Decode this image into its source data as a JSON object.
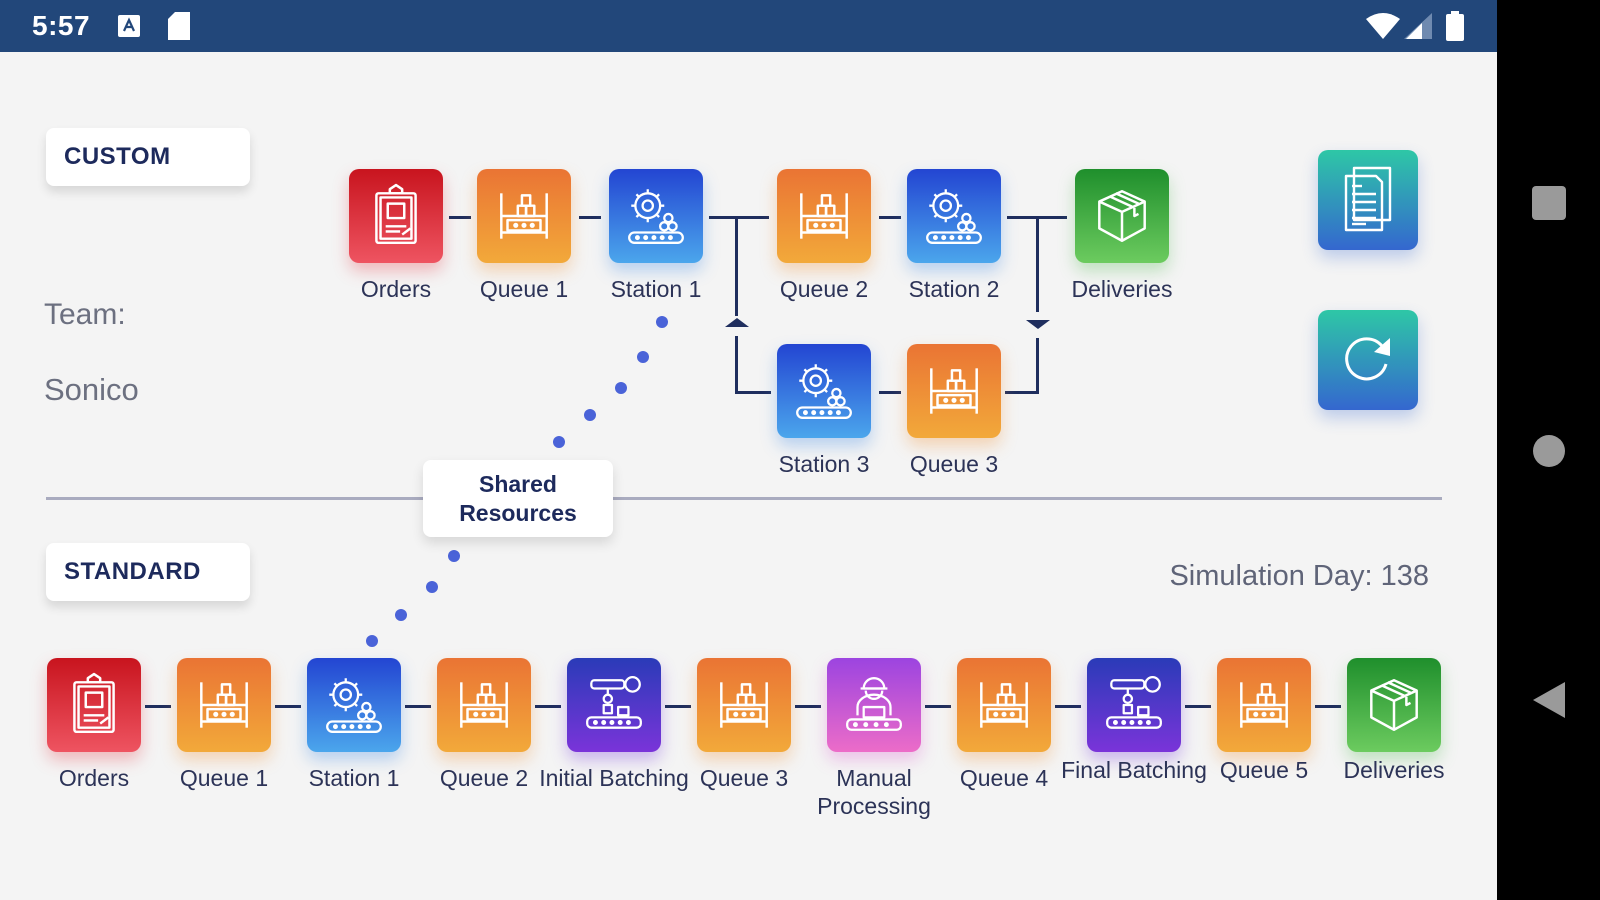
{
  "status_bar": {
    "time": "5:57",
    "left_icons": [
      "notification-a-icon",
      "sd-card-icon"
    ],
    "right_icons": [
      "wifi-icon",
      "cell-signal-icon",
      "battery-icon"
    ]
  },
  "custom_section": {
    "label": "CUSTOM",
    "nodes": [
      {
        "id": "orders",
        "label": "Orders",
        "icon": "clipboard-icon",
        "color": "#d9252f"
      },
      {
        "id": "queue1",
        "label": "Queue 1",
        "icon": "shelf-icon",
        "color": "#ee8c37"
      },
      {
        "id": "station1",
        "label": "Station 1",
        "icon": "gear-conveyor-icon",
        "color": "#2f63dc"
      },
      {
        "id": "queue2",
        "label": "Queue 2",
        "icon": "shelf-icon",
        "color": "#ee8c37"
      },
      {
        "id": "station2",
        "label": "Station 2",
        "icon": "gear-conveyor-icon",
        "color": "#2f63dc"
      },
      {
        "id": "deliveries",
        "label": "Deliveries",
        "icon": "box-icon",
        "color": "#3fae43"
      },
      {
        "id": "station3",
        "label": "Station 3",
        "icon": "gear-conveyor-icon",
        "color": "#2f63dc"
      },
      {
        "id": "queue3",
        "label": "Queue 3",
        "icon": "shelf-icon",
        "color": "#ee8c37"
      }
    ]
  },
  "team": {
    "label": "Team:",
    "name": "Sonico"
  },
  "shared_resources": {
    "label_line1": "Shared",
    "label_line2": "Resources"
  },
  "standard_section": {
    "label": "STANDARD",
    "simulation_day_label": "Simulation Day:",
    "simulation_day": "138",
    "simulation_day_text": "Simulation Day: 138",
    "nodes": [
      {
        "id": "orders",
        "label": "Orders",
        "icon": "clipboard-icon"
      },
      {
        "id": "queue1",
        "label": "Queue 1",
        "icon": "shelf-icon"
      },
      {
        "id": "station1",
        "label": "Station 1",
        "icon": "gear-conveyor-icon"
      },
      {
        "id": "queue2",
        "label": "Queue 2",
        "icon": "shelf-icon"
      },
      {
        "id": "initial_batching",
        "label": "Initial Batching",
        "icon": "robot-arm-icon"
      },
      {
        "id": "queue3",
        "label": "Queue 3",
        "icon": "shelf-icon"
      },
      {
        "id": "manual_processing",
        "label": "Manual Processing",
        "icon": "worker-icon"
      },
      {
        "id": "queue4",
        "label": "Queue 4",
        "icon": "shelf-icon"
      },
      {
        "id": "final_batching",
        "label": "Final Batching",
        "icon": "robot-arm-icon"
      },
      {
        "id": "queue5",
        "label": "Queue 5",
        "icon": "shelf-icon"
      },
      {
        "id": "deliveries",
        "label": "Deliveries",
        "icon": "box-icon"
      }
    ]
  },
  "actions": {
    "report_icon": "documents-icon",
    "refresh_icon": "refresh-icon"
  },
  "nav_bar": {
    "buttons": [
      "recents-square",
      "home-circle",
      "back-triangle"
    ]
  },
  "colors": {
    "status_bar": "#22477a",
    "text_dark": "#1d2a5c",
    "connector": "#1f2e5e",
    "dots": "#4a63d8",
    "background": "#f4f4f4"
  }
}
